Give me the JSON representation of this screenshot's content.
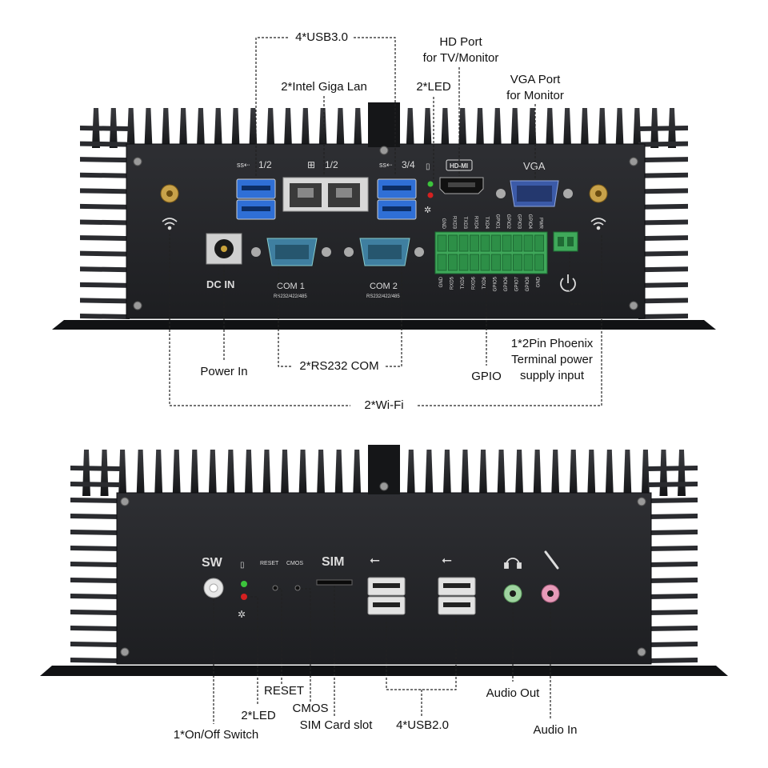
{
  "top_panel": {
    "callouts": {
      "usb3": "4*USB3.0",
      "lan": "2*Intel Giga Lan",
      "led": "2*LED",
      "hd_port_line1": "HD Port",
      "hd_port_line2": "for TV/Monitor",
      "vga_port_line1": "VGA Port",
      "vga_port_line2": "for Monitor",
      "power_in": "Power In",
      "rs232": "2*RS232 COM",
      "gpio": "GPIO",
      "phoenix_line1": "1*2Pin Phoenix",
      "phoenix_line2": "Terminal power",
      "phoenix_line3": "supply input",
      "wifi": "2*Wi-Fi"
    },
    "panel_text": {
      "usb_left": "1/2",
      "lan": "1/2",
      "usb_right": "3/4",
      "hdmi": "HD-MI",
      "vga": "VGA",
      "dc_in": "DC IN",
      "com1": "COM 1",
      "com1_sub": "RS232/422/485",
      "com2": "COM 2",
      "com2_sub": "RS232/422/485",
      "gpio_top": [
        "GND",
        "RXD3",
        "TXD3",
        "RXD4",
        "TXD4",
        "GPIO1",
        "GPIO2",
        "GPIO3",
        "GPIO4",
        "PWR"
      ],
      "gpio_bottom": [
        "GND",
        "RXD5",
        "TXD5",
        "RXD6",
        "TXD6",
        "GPIO5",
        "GPIO6",
        "GPIO7",
        "GPIO8",
        "GND"
      ]
    }
  },
  "bottom_panel": {
    "callouts": {
      "reset": "RESET",
      "led": "2*LED",
      "cmos": "CMOS",
      "switch": "1*On/Off Switch",
      "sim": "SIM Card slot",
      "usb2": "4*USB2.0",
      "audio_out": "Audio Out",
      "audio_in": "Audio In"
    },
    "panel_text": {
      "sw": "SW",
      "reset": "RESET",
      "cmos": "CMOS",
      "sim": "SIM"
    }
  },
  "colors": {
    "chassis": "#1e1f22",
    "panel": "#2a2b2e",
    "usb3": "#2f6fd6",
    "db9": "#3f7fa0",
    "gpio_terminal": "#3fa85a",
    "audio_out": "#9fd3a0",
    "audio_in": "#e79ab8",
    "led_green": "#3cc43c",
    "led_red": "#d42020"
  }
}
